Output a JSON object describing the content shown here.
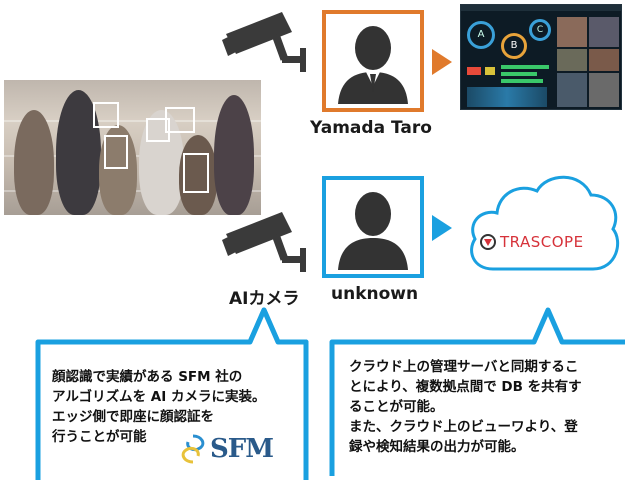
{
  "labels": {
    "known_person": "Yamada Taro",
    "unknown_person": "unknown",
    "ai_camera": "AIカメラ"
  },
  "cloud": {
    "brand": "TRASCOPE"
  },
  "left_box": {
    "lines": [
      "顔認識で実績がある SFM 社の",
      "アルゴリズムを AI カメラに実装。",
      "エッジ側で即座に顔認証を",
      "行うことが可能"
    ],
    "logo_text": "SFM"
  },
  "right_box": {
    "lines": [
      "クラウド上の管理サーバと同期するこ",
      "とにより、複数拠点間で DB を共有す",
      "ることが可能。",
      "また、クラウド上のビューワより、登",
      "録や検知結果の出力が可能。"
    ]
  },
  "dashboard": {
    "gauge_a": "A",
    "gauge_b": "B",
    "gauge_c": "C"
  },
  "colors": {
    "orange": "#e07a2c",
    "blue": "#1aa0e0",
    "cloud_stroke": "#1aa0e0",
    "brand_red": "#d6323a"
  }
}
